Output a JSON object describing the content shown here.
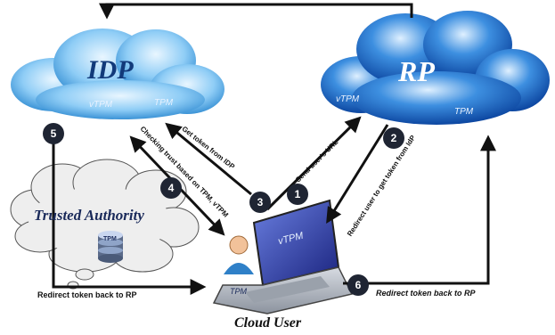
{
  "clouds": {
    "idp": {
      "title": "IDP",
      "tags": [
        "vTPM",
        "TPM"
      ]
    },
    "rp": {
      "title": "RP",
      "tags": [
        "vTPM",
        "TPM"
      ]
    },
    "trusted_authority": {
      "title": "Trusted Authority",
      "db_label": "TPM"
    }
  },
  "cloud_user": {
    "label": "Cloud User",
    "screen_label": "vTPM",
    "base_label": "TPM"
  },
  "steps": [
    {
      "number": "1",
      "label": "Send user's URL"
    },
    {
      "number": "2",
      "label": "Redirect user to get token from IdP"
    },
    {
      "number": "3",
      "label": "Get token from IDP"
    },
    {
      "number": "4",
      "label": "Checking trust based on TPM, vTPM"
    },
    {
      "number": "5",
      "label": "Redirect token back to RP"
    },
    {
      "number": "6",
      "label": "Redirect token back to RP"
    }
  ],
  "colors": {
    "idp_cloud": "#4fa7e6",
    "rp_cloud": "#1565c0",
    "arrows": "#111111",
    "badges": "#1f2533"
  }
}
